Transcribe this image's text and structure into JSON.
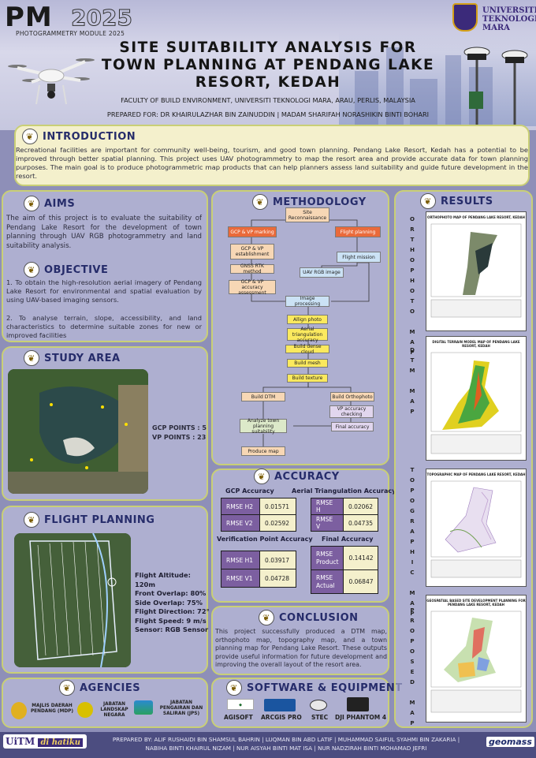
{
  "header": {
    "pm_logo": "PM",
    "pm_year": "2025",
    "pm_subtitle": "PHOTOGRAMMETRY MODULE 2025",
    "uitm_name_line1": "UNIVERSITI",
    "uitm_name_line2": "TEKNOLOGI",
    "uitm_name_line3": "MARA",
    "title": "SITE SUITABILITY ANALYSIS FOR TOWN PLANNING AT PENDANG LAKE RESORT, KEDAH",
    "faculty": "FACULTY OF BUILD ENVIRONMENT, UNIVERSITI TEKNOLOGI MARA, ARAU, PERLIS, MALAYSIA",
    "prepared_for": "PREPARED FOR: DR KHAIRULAZHAR BIN ZAINUDDIN | MADAM SHARIFAH NORASHIKIN BINTI BOHARI"
  },
  "introduction": {
    "heading": "INTRODUCTION",
    "text": "Recreational facilities are important for community well-being, tourism, and good town planning. Pendang Lake Resort, Kedah has a potential to be improved through better spatial planning. This project uses UAV photogrammetry to map the resort area and provide accurate data for town planning purposes. The main goal is to produce photogrammetric map products that can help planners assess land suitability and guide future development in the resort."
  },
  "aims": {
    "heading": "AIMS",
    "text": "The aim of this project is to evaluate the suitability of Pendang Lake Resort for the development of town planning through UAV RGB photogrammetry and land suitability analysis."
  },
  "objective": {
    "heading": "OBJECTIVE",
    "item1": "1. To obtain the high-resolution aerial imagery of Pendang Lake Resort for environmental and spatial evaluation by using UAV-based imaging sensors.",
    "item2": "2. To analyse terrain, slope, accessibility, and land characteristics to determine suitable zones for new or improved facilities"
  },
  "study_area": {
    "heading": "STUDY AREA",
    "gcp": "GCP POINTS : 5",
    "vp": "VP POINTS : 23"
  },
  "flight_planning": {
    "heading": "FLIGHT PLANNING",
    "altitude": "Flight Altitude: 120m",
    "front_overlap": "Front Overlap: 80%",
    "side_overlap": "Side Overlap: 75%",
    "direction": "Flight Direction: 72°",
    "speed": "Flight Speed: 9 m/s",
    "sensor": "Sensor: RGB Sensor"
  },
  "agencies": {
    "heading": "AGENCIES",
    "a1": "MAJLIS DAERAH PENDANG (MDP)",
    "a2": "JABATAN LANDSKAP NEGARA",
    "a3": "JABATAN PENGAIRAN DAN SALIRAN (JPS)"
  },
  "methodology": {
    "heading": "METHODOLOGY",
    "site_recon": "Site Reconnaissance",
    "gcp_marking": "GCP & VP marking",
    "flight_planning": "Flight planning",
    "gcp_establish": "GCP & VP establishment",
    "flight_mission": "Flight mission",
    "gnss": "GNSS RTK method",
    "uav_rgb": "UAV RGB image",
    "gcp_assess": "GCP & VP accuracy assessment",
    "image_processing": "Image processing",
    "align": "Allign photo",
    "aerial_tri": "Aerial triangulation accuracy",
    "dense": "Build dense cloud",
    "mesh": "Build mesh",
    "texture": "Build texture",
    "dtm": "Build DTM",
    "ortho": "Build Orthophoto",
    "vp_check": "VP accuracy checking",
    "final_acc": "Final accuracy",
    "analyze": "Analyze town planning suitability",
    "produce": "Produce map"
  },
  "accuracy": {
    "heading": "ACCURACY",
    "gcp_title": "GCP Accuracy",
    "at_title": "Aerial Triangulation Accuracy",
    "vp_title": "Verification Point Accuracy",
    "final_title": "Final Accuracy",
    "gcp_h2_k": "RMSE H2",
    "gcp_h2_v": "0.01571",
    "gcp_v2_k": "RMSE V2",
    "gcp_v2_v": "0.02592",
    "at_h_k": "RMSE H",
    "at_h_v": "0.02062",
    "at_v_k": "RMSE V",
    "at_v_v": "0.04735",
    "vp_h1_k": "RMSE H1",
    "vp_h1_v": "0.03917",
    "vp_v1_k": "RMSE V1",
    "vp_v1_v": "0.04728",
    "fin_p_k": "RMSE Product",
    "fin_p_v": "0.14142",
    "fin_a_k": "RMSE Actual",
    "fin_a_v": "0.06847"
  },
  "conclusion": {
    "heading": "CONCLUSION",
    "text": "This project successfully produced a DTM map, orthophoto map, topography map, and a town planning map for Pendang Lake Resort. These outputs provide useful information for future development and improving the overall layout of the resort area."
  },
  "software": {
    "heading": "SOFTWARE & EQUIPMENT",
    "s1": "AGISOFT",
    "s2": "ARCGIS PRO",
    "s3": "STEC",
    "s4": "DJI PHANTOM 4"
  },
  "results": {
    "heading": "RESULTS",
    "m1_label": "ORTHOPHOTO MAP",
    "m1_title": "ORTHOPHOTO MAP OF PENDANG LAKE RESORT, KEDAH",
    "m2_label": "DTM MAP",
    "m2_title": "DIGITAL TERRAIN MODEL MAP OF PENDANG LAKE RESORT, KEDAH",
    "m3_label": "TOPOGRAPHIC MAP",
    "m3_title": "TOPOGRAPHIC MAP OF PENDANG LAKE RESORT, KEDAH",
    "m4_label": "PROPOSED MAP",
    "m4_title": "GEOSPATIAL BASED SITE DEVELOPMENT PLANNING FOR PENDANG LAKE RESORT, KEDAH"
  },
  "footer": {
    "uitm": "UiTM",
    "hatiku": "di hatiku",
    "prepared_by_1": "PREPARED BY: ALIF RUSHAIDI BIN SHAMSUL BAHRIN | LUQMAN BIN ABD LATIF | MUHAMMAD SAIFUL SYAHMI BIN ZAKARIA |",
    "prepared_by_2": "NABIHA BINTI KHAIRUL NIZAM | NUR AISYAH BINTI MAT ISA | NUR NADZIRAH BINTI MOHAMAD JEFRI",
    "geomass": "geomass"
  }
}
